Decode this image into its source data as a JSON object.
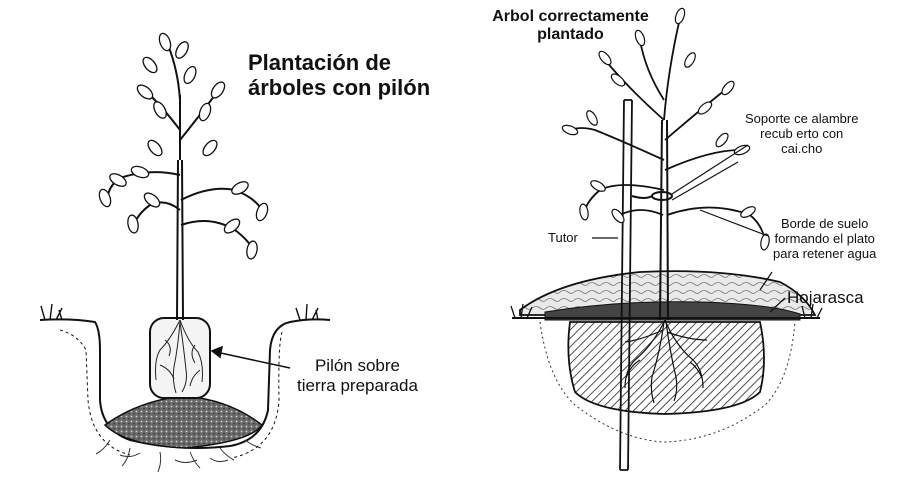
{
  "left_diagram": {
    "title_line1": "Plantación de",
    "title_line2": "árboles con pilón",
    "label_line1": "Pilón sobre",
    "label_line2": "tierra preparada"
  },
  "right_diagram": {
    "title_line1": "Arbol correctamente",
    "title_line2": "plantado",
    "support_line1": "Soporte ce alambre",
    "support_line2": "recub erto con",
    "support_line3": "cai.cho",
    "stake_label": "Tutor",
    "rim_line1": "Borde de suelo",
    "rim_line2": "formando el plato",
    "rim_line3": "para retener agua",
    "mulch_label": "Hojarasca"
  }
}
